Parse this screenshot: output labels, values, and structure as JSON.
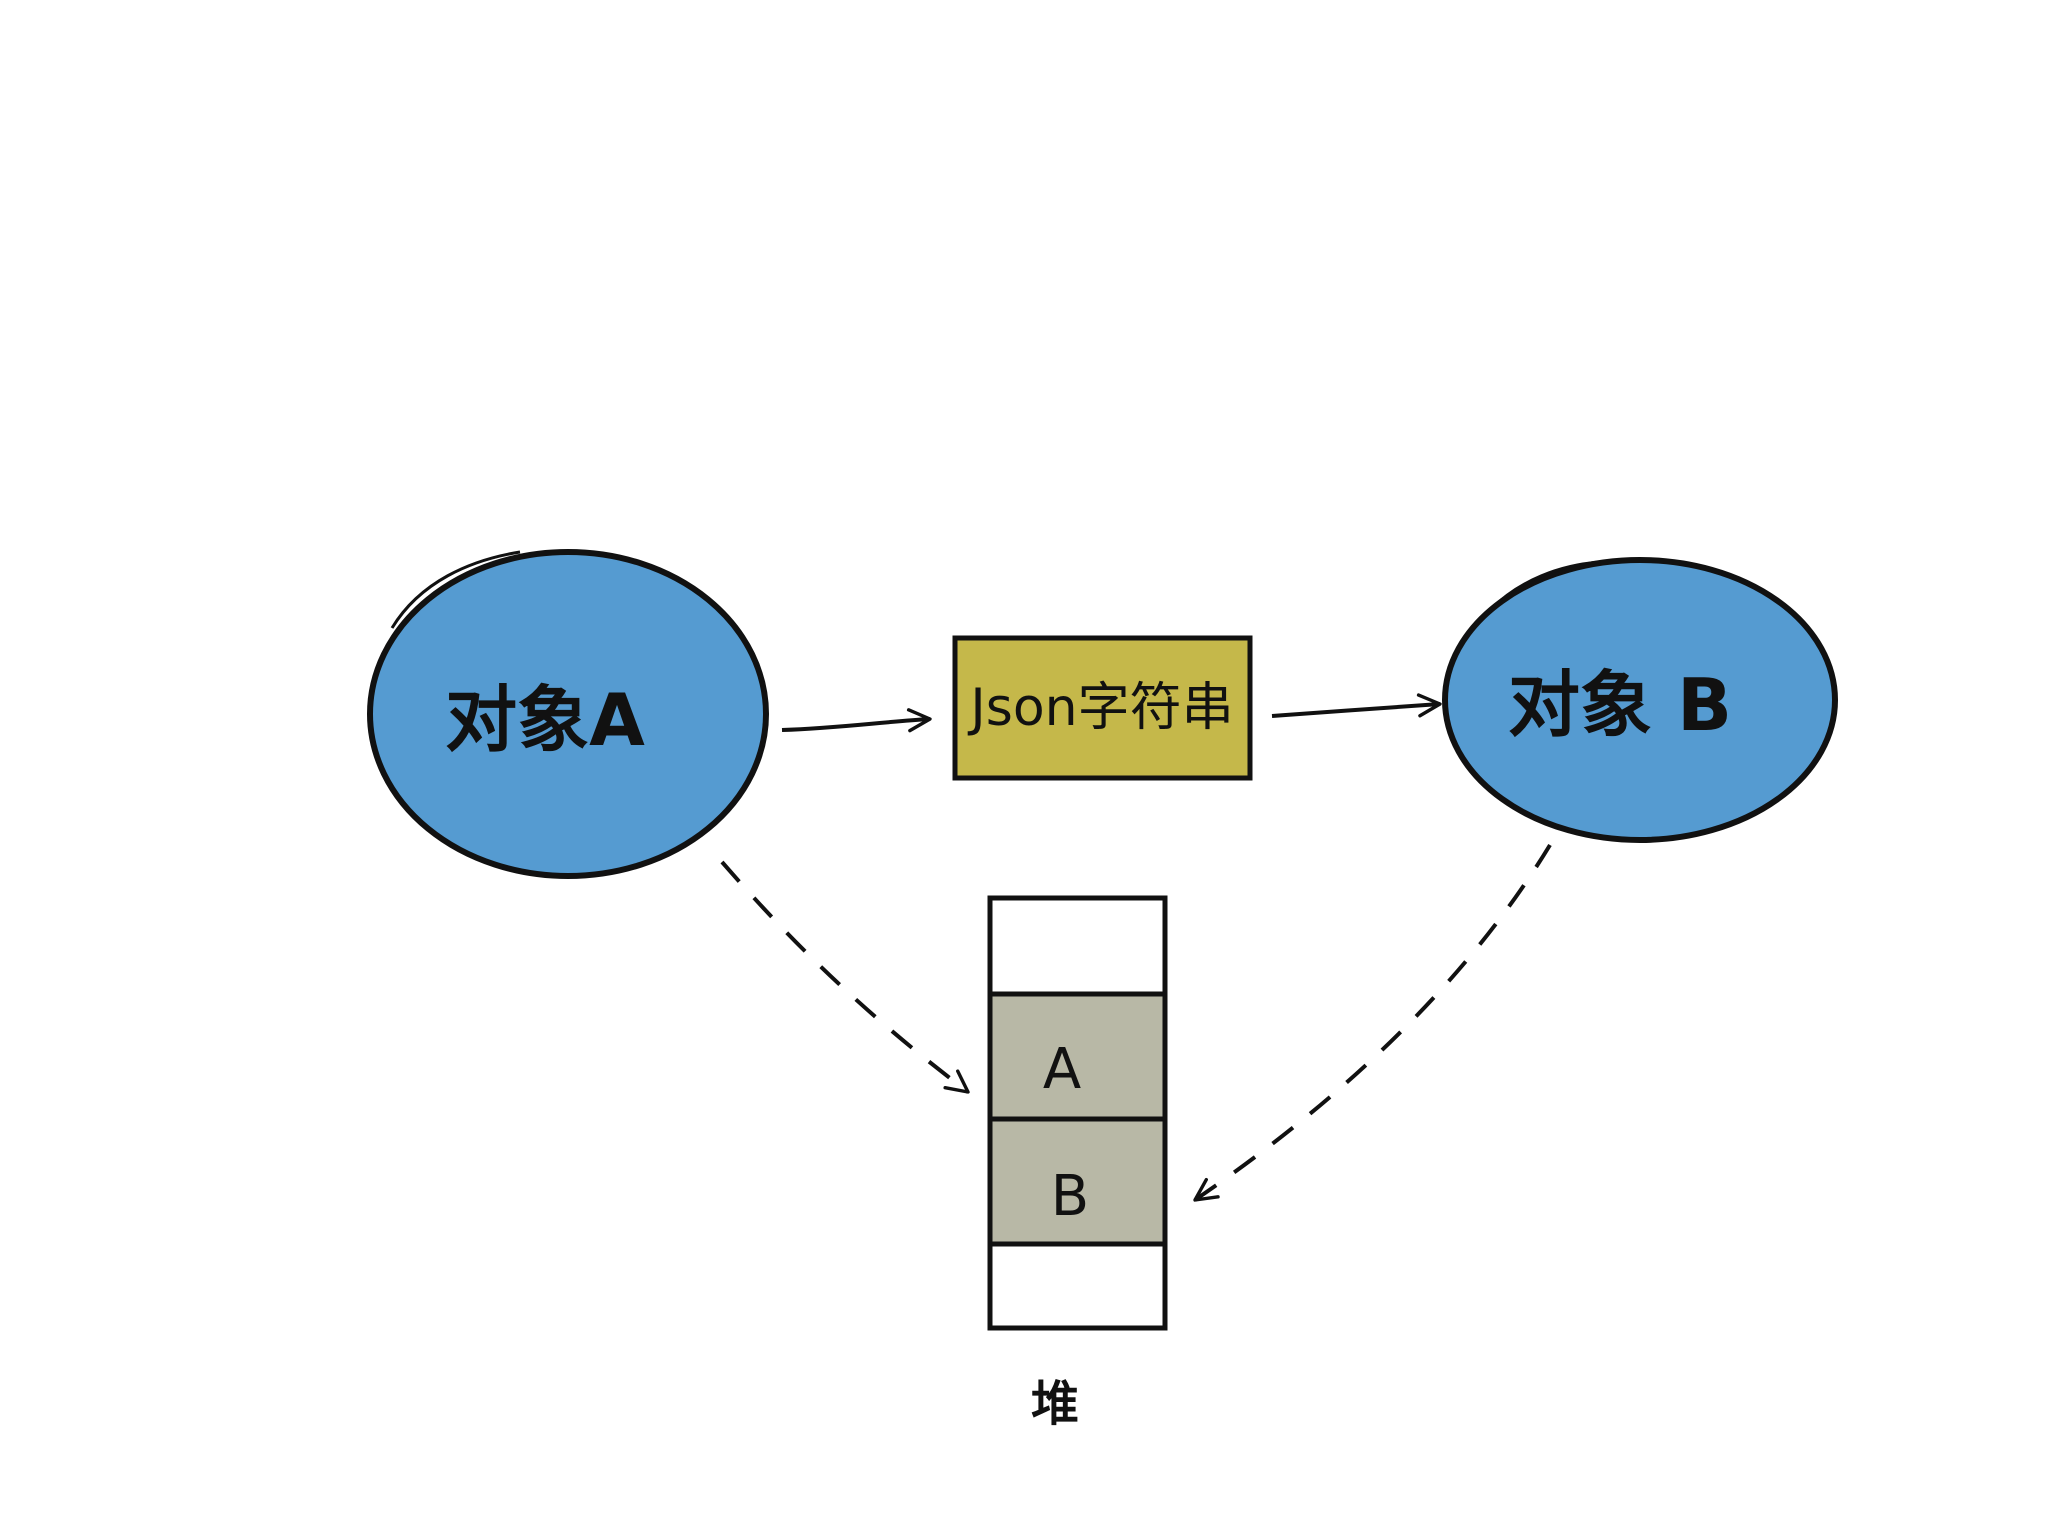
{
  "diagram": {
    "nodes": {
      "object_a": {
        "label": "对象A",
        "fill": "#559BD1"
      },
      "json_string": {
        "label": "Json字符串",
        "fill": "#C5B84A"
      },
      "object_b": {
        "label": "对象 B",
        "fill": "#559BD1"
      }
    },
    "heap": {
      "label": "堆",
      "cells": [
        {
          "label": ""
        },
        {
          "label": "A"
        },
        {
          "label": "B"
        },
        {
          "label": ""
        }
      ],
      "filled_cell_color": "#B8B8A6",
      "empty_cell_color": "#ffffff"
    },
    "edges": [
      {
        "from": "object_a",
        "to": "json_string",
        "style": "solid"
      },
      {
        "from": "json_string",
        "to": "object_b",
        "style": "solid"
      },
      {
        "from": "object_a",
        "to": "heap.A",
        "style": "dashed"
      },
      {
        "from": "object_b",
        "to": "heap.B",
        "style": "dashed"
      }
    ],
    "stroke_color": "#111111"
  }
}
